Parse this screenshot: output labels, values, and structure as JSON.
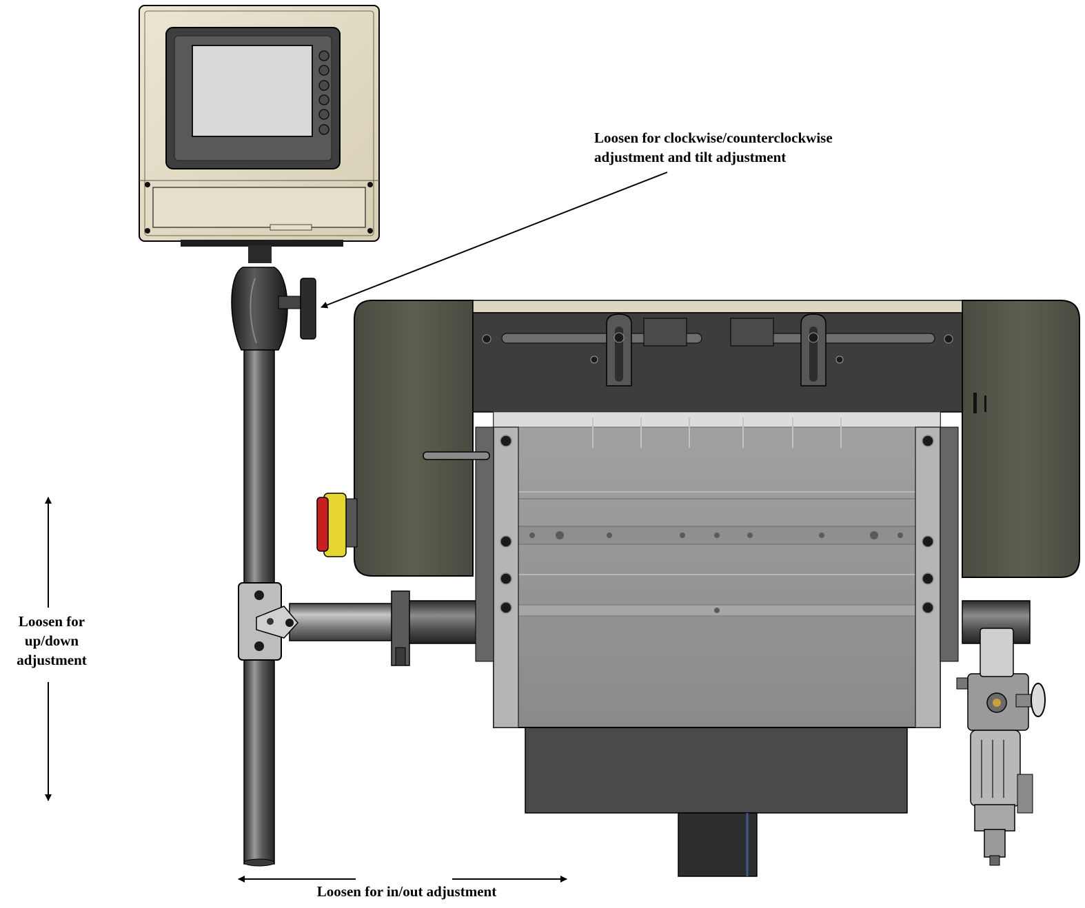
{
  "callouts": {
    "tilt": {
      "line1": "Loosen for clockwise/counterclockwise",
      "line2": "adjustment and tilt adjustment"
    },
    "updown": {
      "line1": "Loosen for",
      "line2": "up/down",
      "line3": "adjustment"
    },
    "inout": {
      "text": "Loosen for in/out adjustment"
    }
  },
  "colors": {
    "enclosure_beige": "#e2dcc5",
    "screen_gray": "#d9d9d9",
    "side_cover_olive": "#56564a",
    "panel_gray": "#8a8a8a",
    "tube_gray": "#5e5e5e",
    "estop_red": "#c82020",
    "estop_yellow": "#e8d630",
    "arrow_black": "#000000"
  }
}
